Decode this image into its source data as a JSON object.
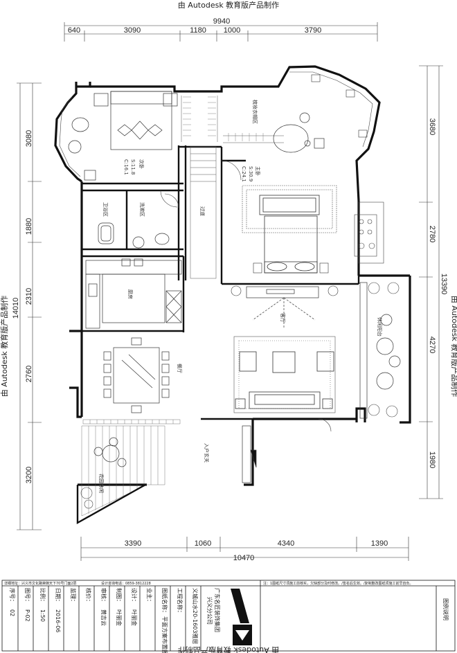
{
  "watermark": "由 Autodesk 教育版产品制作",
  "dims": {
    "top_total": "9940",
    "top": [
      "640",
      "3090",
      "1180",
      "1000",
      "3790"
    ],
    "left_total": "14010",
    "left": [
      "3080",
      "1880",
      "2310",
      "2760",
      "3200"
    ],
    "right_total": "13390",
    "right": [
      "3680",
      "2780",
      "4270",
      "1980"
    ],
    "bottom_total": "10470",
    "bottom": [
      "3390",
      "1060",
      "4340",
      "1390"
    ]
  },
  "rooms": {
    "bedroom2": "次卧",
    "bedroom2_area1": "S:11.8",
    "bedroom2_area2": "C:16.1",
    "cloak": "梳妆衣帽区",
    "master": "主卧",
    "master_area1": "S:30.9",
    "master_area2": "C:24.1",
    "bath": "卫浴区",
    "wash": "洗漱区",
    "corridor": "过道",
    "kitchen": "厨房",
    "living": "客厅",
    "balcony": "休闲阳台",
    "dining": "餐厅",
    "entrance": "入户玄关",
    "garden": "花园休闲"
  },
  "title_block": {
    "address": "详细地址：兴义市文化路荣御天下70号门面2层",
    "phone": "设计咨询电话：0859-3812228",
    "seq_label": "序号：",
    "seq_value": "02",
    "drawing_no_label": "图号：",
    "drawing_no_value": "P-02",
    "scale_label": "比例：",
    "scale_value": "1:50",
    "date_label": "日期：",
    "date_value": "2016-06",
    "supervisor_label": "监理：",
    "checker_label": "核价：",
    "reviewer_label": "审核：",
    "reviewer_value": "黄吉云",
    "drafter_label": "制图：",
    "drafter_value": "叶丽金",
    "designer_label": "设计：",
    "designer_value": "叶丽金",
    "owner_label": "业主：",
    "drawing_name_label": "图纸名称：",
    "drawing_name_value": "平面方案布置图",
    "project_label": "工程名称：",
    "project_value": "义城山水20-1603雅居",
    "company1": "广东名匠装饰集团",
    "company2": "兴义分公司",
    "note": "注：1图纸尺寸须施工前核实，欠缺部分及时修改。/签名后生效。/复制删改图纸须施工前早自负。",
    "legend_label": "图例说明"
  }
}
